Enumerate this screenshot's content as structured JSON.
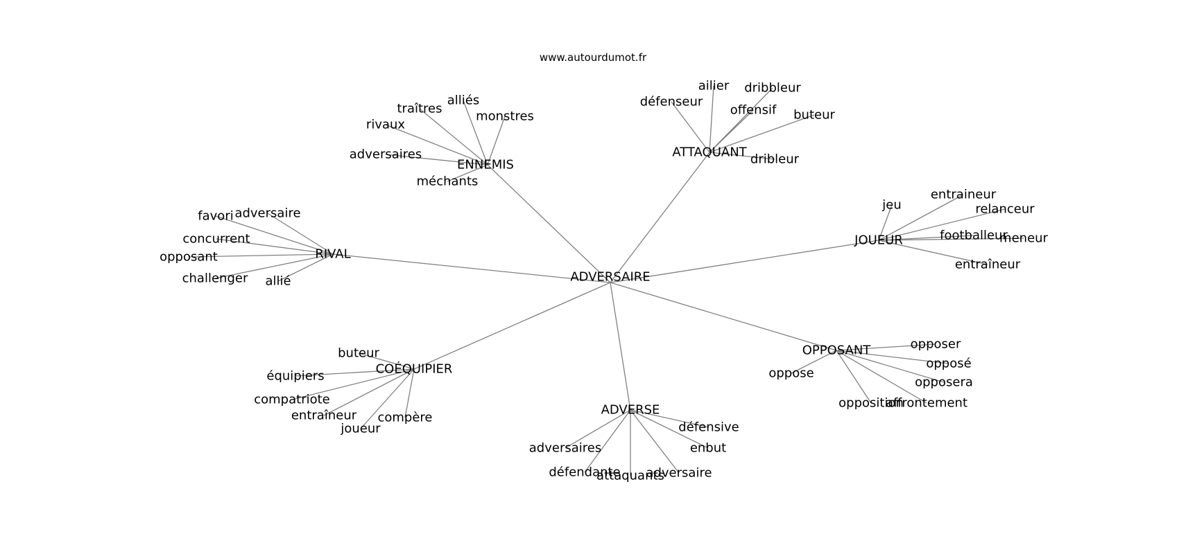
{
  "site": "www.autourdumot.fr",
  "center": "ADVERSAIRE",
  "colors": {
    "edge": "#808080",
    "text": "#000000",
    "background": "#ffffff"
  },
  "clusters": [
    {
      "hub": "ENNEMIS",
      "leaves": [
        "traîtres",
        "alliés",
        "monstres",
        "rivaux",
        "adversaires",
        "méchants"
      ]
    },
    {
      "hub": "ATTAQUANT",
      "leaves": [
        "ailier",
        "dribbleur",
        "défenseur",
        "offensif",
        "buteur",
        "dribleur"
      ]
    },
    {
      "hub": "RIVAL",
      "leaves": [
        "favori",
        "adversaire",
        "concurrent",
        "opposant",
        "challenger",
        "allié"
      ]
    },
    {
      "hub": "JOUEUR",
      "leaves": [
        "jeu",
        "entraineur",
        "relanceur",
        "footballeur",
        "meneur",
        "entraîneur"
      ]
    },
    {
      "hub": "COÉQUIPIER",
      "leaves": [
        "buteur",
        "équipiers",
        "compatriote",
        "entraîneur",
        "joueur",
        "compère"
      ]
    },
    {
      "hub": "OPPOSANT",
      "leaves": [
        "opposer",
        "opposé",
        "oppose",
        "opposera",
        "opposition",
        "affrontement"
      ]
    },
    {
      "hub": "ADVERSE",
      "leaves": [
        "défensive",
        "enbut",
        "adversaires",
        "défendante",
        "attaquants",
        "adversaire"
      ]
    }
  ]
}
